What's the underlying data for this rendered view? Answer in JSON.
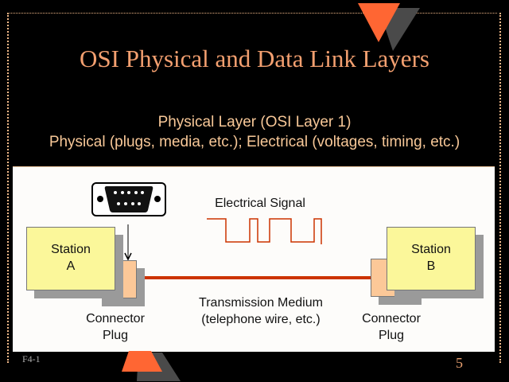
{
  "slide": {
    "title": "OSI Physical and Data Link Layers",
    "subtitle_line1": "Physical Layer (OSI Layer 1)",
    "subtitle_line2": "Physical (plugs, media, etc.); Electrical (voltages, timing, etc.)",
    "figure_id": "F4-1",
    "page_number": "5"
  },
  "diagram": {
    "signal_label": "Electrical Signal",
    "station_a": {
      "line1": "Station",
      "line2": "A"
    },
    "station_b": {
      "line1": "Station",
      "line2": "B"
    },
    "connector_left": {
      "line1": "Connector",
      "line2": "Plug"
    },
    "connector_right": {
      "line1": "Connector",
      "line2": "Plug"
    },
    "medium": {
      "line1": "Transmission Medium",
      "line2": "(telephone wire, etc.)"
    },
    "connector_icon": "db9-serial-connector-icon"
  },
  "colors": {
    "accent": "#ff6633",
    "title": "#f4a070",
    "signal": "#cc3300",
    "station_fill": "#fbf79a",
    "plug_fill": "#fcc898"
  }
}
